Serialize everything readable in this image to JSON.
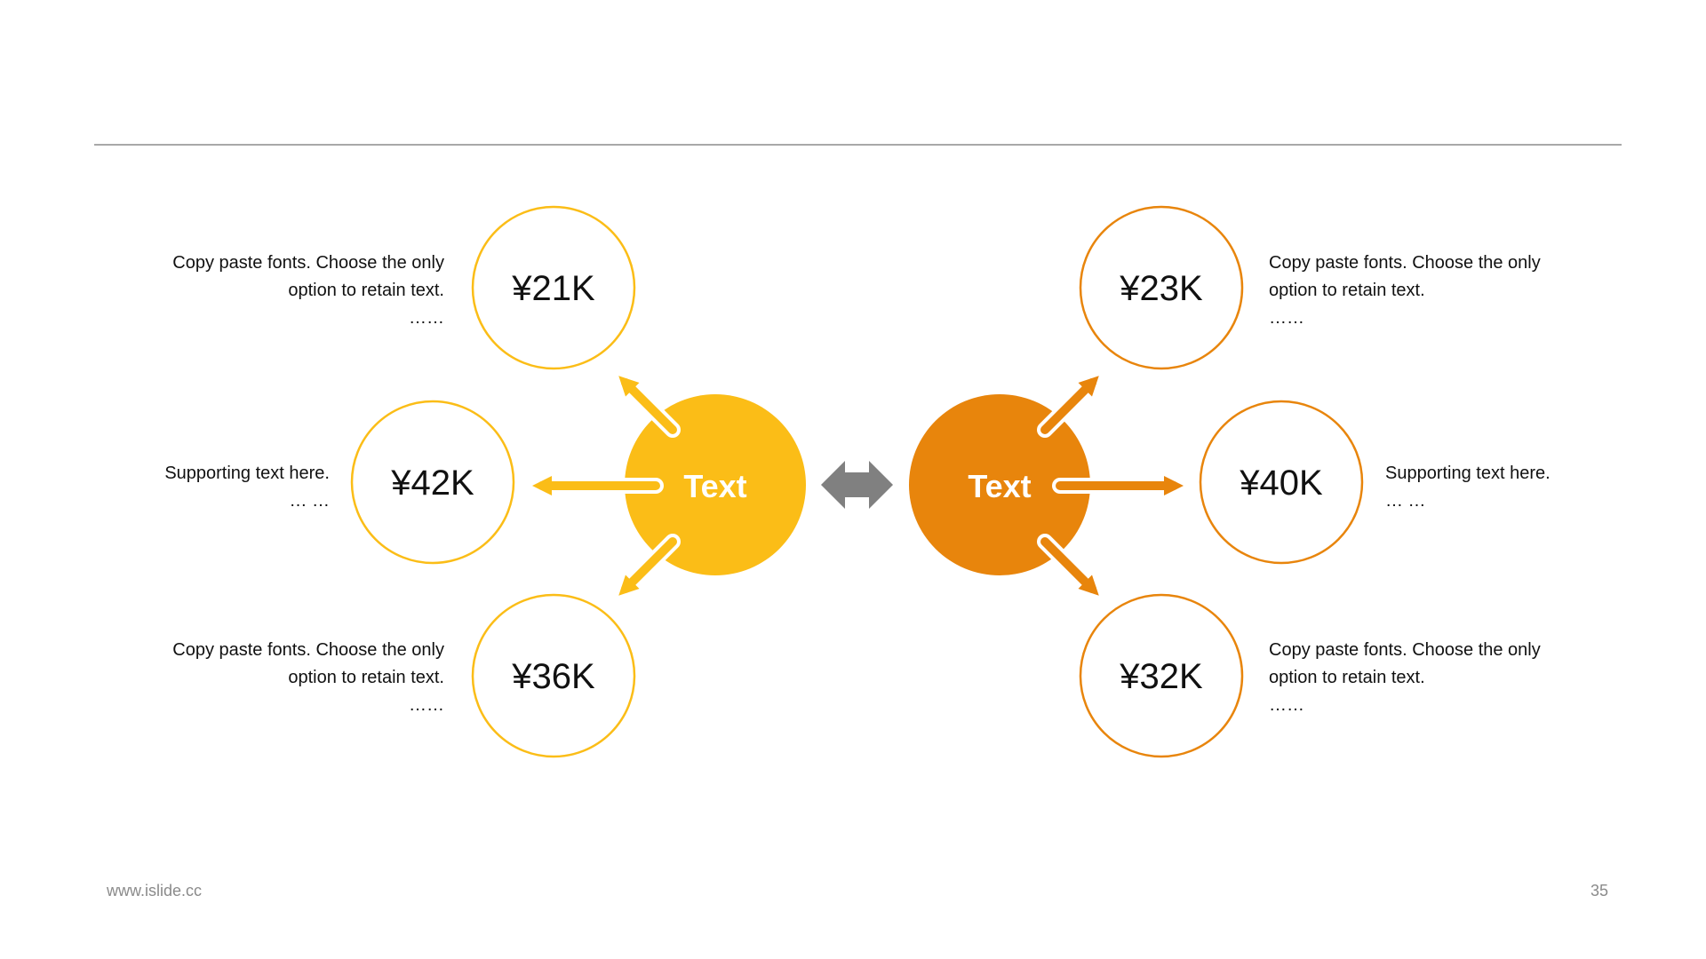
{
  "colors": {
    "yellow": "#FBBD17",
    "orange": "#E8850C",
    "gray_arrow": "#808080"
  },
  "left_group": {
    "center_label": "Text",
    "top": {
      "value": "¥21K",
      "text_line1": "Copy paste fonts. Choose the only",
      "text_line2": "option to retain text.",
      "dots": "……"
    },
    "middle": {
      "value": "¥42K",
      "text_line1": "Supporting  text here.",
      "dots": "… …"
    },
    "bottom": {
      "value": "¥36K",
      "text_line1": "Copy paste fonts. Choose the only",
      "text_line2": "option to retain text.",
      "dots": "……"
    }
  },
  "right_group": {
    "center_label": "Text",
    "top": {
      "value": "¥23K",
      "text_line1": "Copy paste fonts. Choose the only",
      "text_line2": "option to retain text.",
      "dots": "……"
    },
    "middle": {
      "value": "¥40K",
      "text_line1": "Supporting  text here.",
      "dots": "… …"
    },
    "bottom": {
      "value": "¥32K",
      "text_line1": "Copy paste fonts. Choose the only",
      "text_line2": "option to retain text.",
      "dots": "……"
    }
  },
  "icons": {
    "connector": "double-arrow-icon"
  },
  "footer": {
    "website": "www.islide.cc",
    "page_number": "35"
  }
}
